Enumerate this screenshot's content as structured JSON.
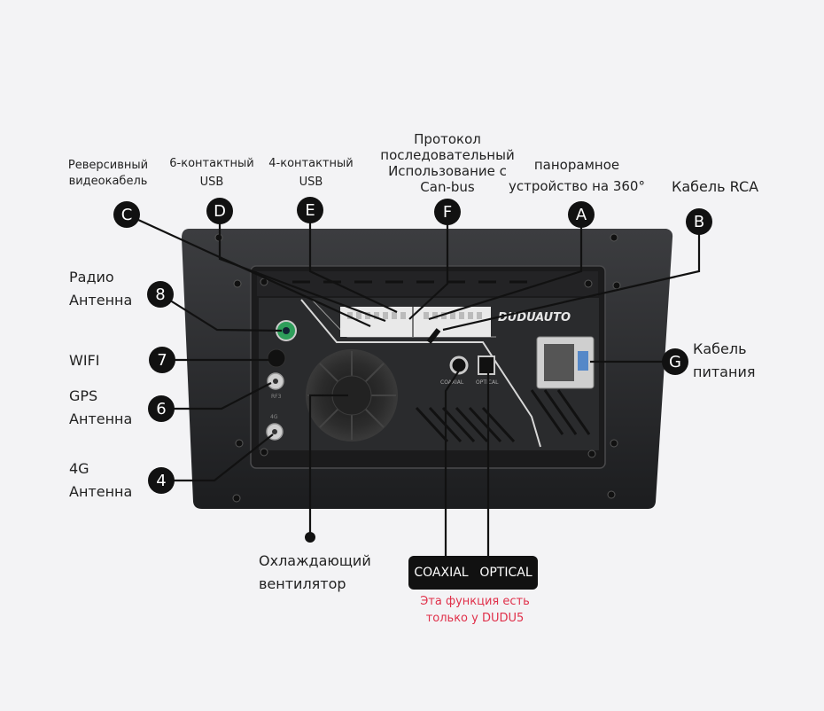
{
  "brand": "DUDUAUTO",
  "unit_labels": {
    "coaxial_small": "COAXIAL",
    "optical_small": "OPTICAL",
    "ant3": "RF3",
    "ant4": "4G"
  },
  "ports": {
    "C": {
      "letter": "C",
      "label": "Реверсивный видеокабель"
    },
    "D": {
      "letter": "D",
      "line1": "6-контактный",
      "line2": "USB"
    },
    "E": {
      "letter": "E",
      "line1": "4-контактный",
      "line2": "USB"
    },
    "F": {
      "letter": "F",
      "line1": "Протокол",
      "line2": "последовательный",
      "line3": "Использование с",
      "line4": "Can-bus"
    },
    "A": {
      "letter": "A",
      "line1": "панорамное",
      "line2": "устройство на 360°"
    },
    "B": {
      "letter": "B",
      "label": "Кабель RCA"
    },
    "G": {
      "letter": "G",
      "line1": "Кабель",
      "line2": "питания"
    },
    "n8": {
      "num": "8",
      "line1": "Радио",
      "line2": "Антенна"
    },
    "n7": {
      "num": "7",
      "label": "WIFI"
    },
    "n6": {
      "num": "6",
      "line1": "GPS",
      "line2": "Антенна"
    },
    "n4": {
      "num": "4",
      "line1": "4G",
      "line2": "Антенна"
    },
    "fan": {
      "line1": "Охлаждающий",
      "line2": "вентилятор"
    }
  },
  "audio": {
    "coaxial": "COAXIAL",
    "optical": "OPTICAL",
    "note_line1": "Эта функция есть",
    "note_line2": "только у DUDU5",
    "note_color": "#e0304a"
  }
}
